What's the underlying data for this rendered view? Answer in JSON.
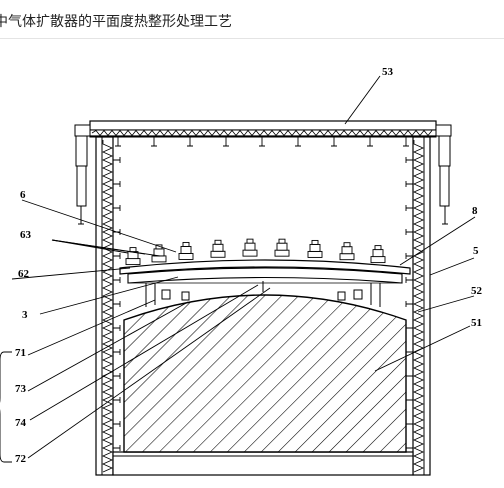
{
  "title": "中气体扩散器的平面度热整形处理工艺",
  "labels": {
    "l53": "53",
    "l6": "6",
    "l8": "8",
    "l63": "63",
    "l5": "5",
    "l62": "62",
    "l52": "52",
    "l3": "3",
    "l51": "51",
    "l71": "71",
    "l73": "73",
    "l74": "74",
    "l72": "72"
  }
}
